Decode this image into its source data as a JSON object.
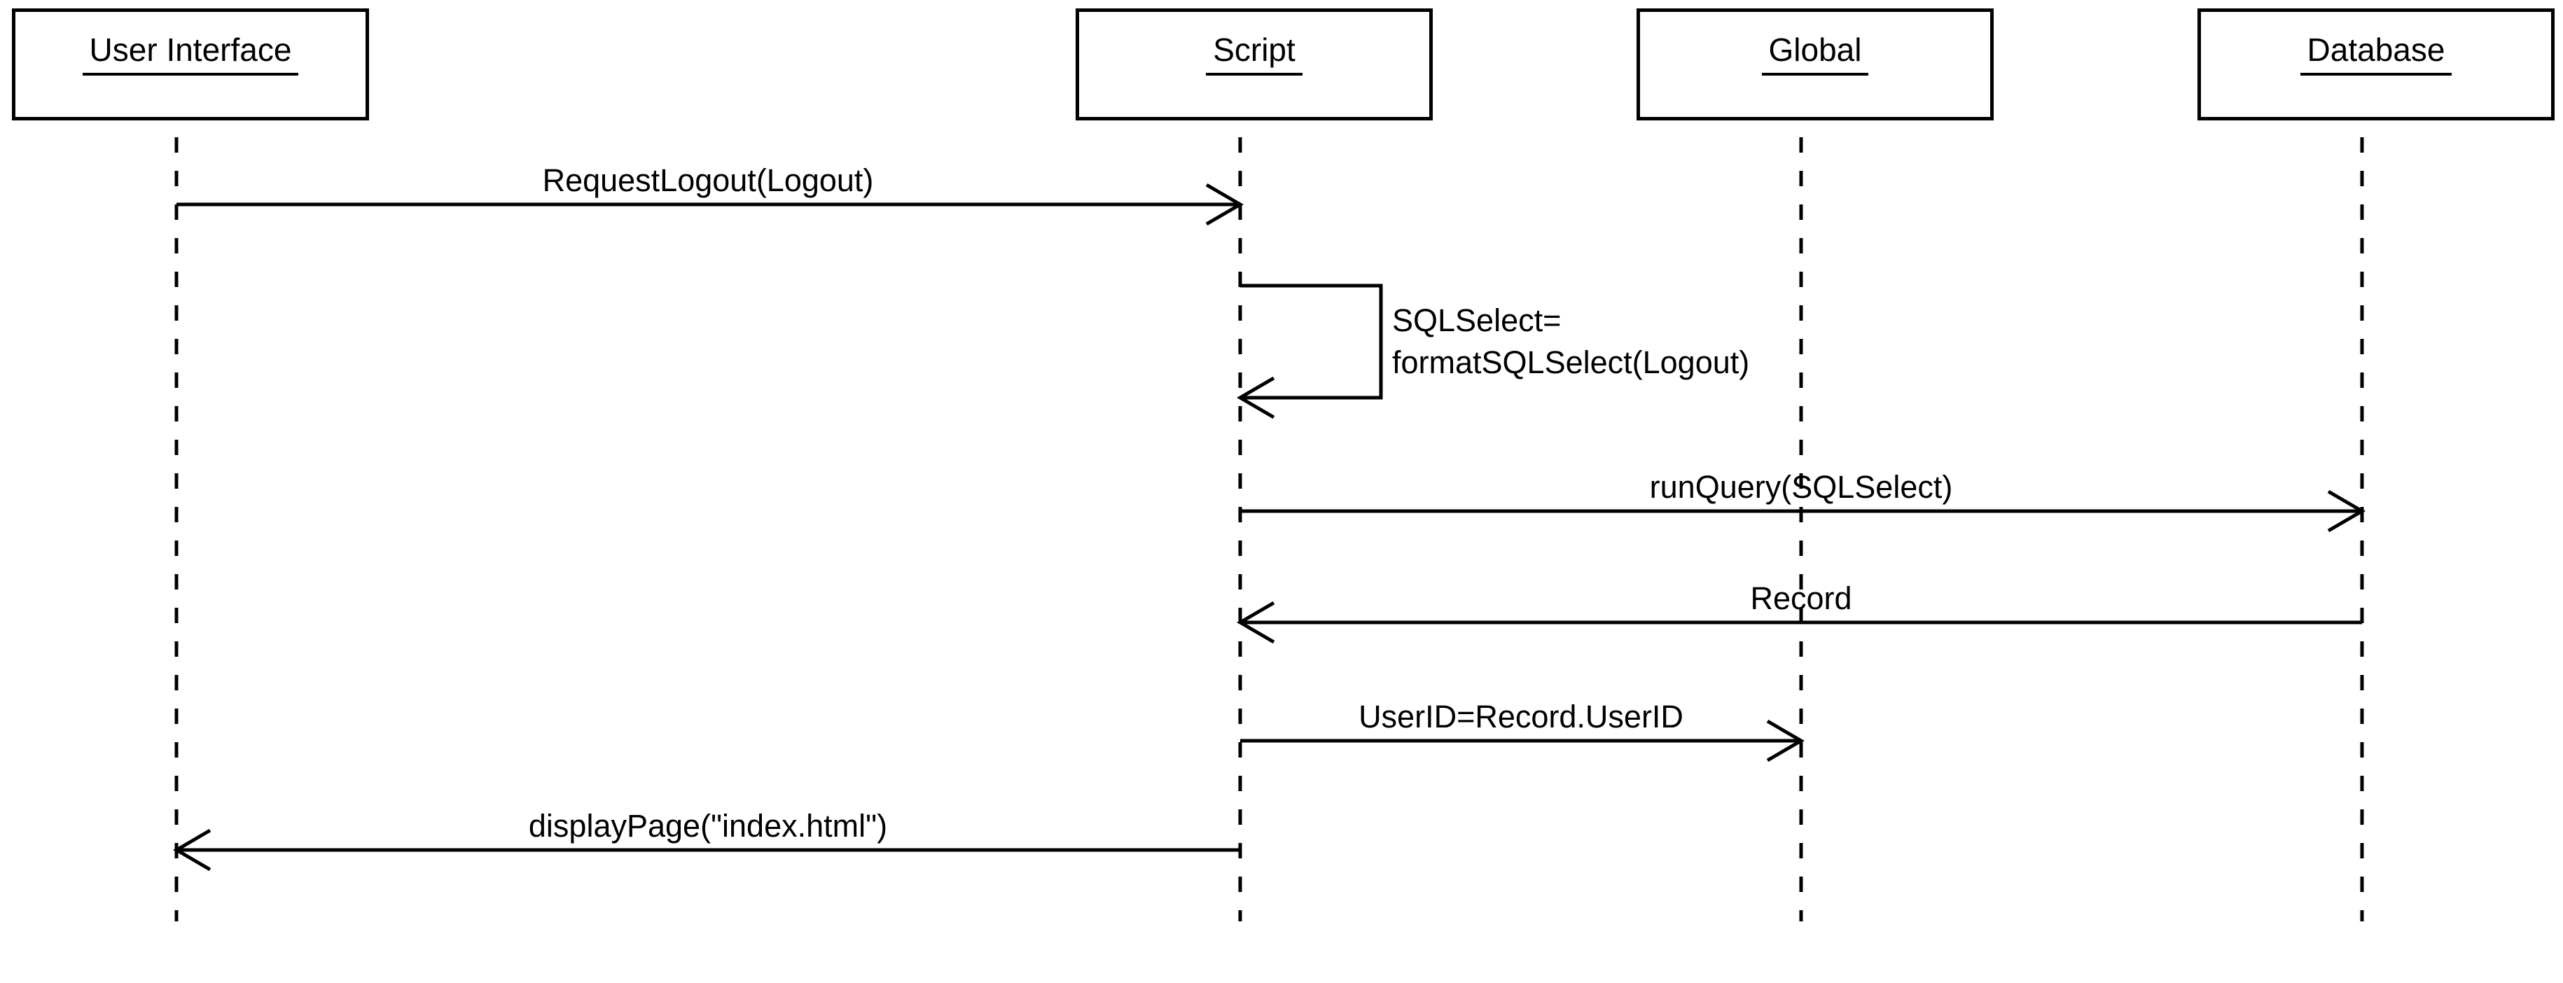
{
  "diagram": {
    "type": "uml-sequence-diagram",
    "colors": {
      "line": "#000000",
      "text": "#000000",
      "background": "#ffffff"
    }
  },
  "actors": [
    {
      "id": "user-interface",
      "label": "User Interface"
    },
    {
      "id": "script",
      "label": "Script"
    },
    {
      "id": "global",
      "label": "Global"
    },
    {
      "id": "database",
      "label": "Database"
    }
  ],
  "messages": [
    {
      "label": "RequestLogout(Logout)",
      "from": "User Interface",
      "to": "Script",
      "type": "call"
    },
    {
      "lines": [
        "SQLSelect=",
        "formatSQLSelect(Logout)"
      ],
      "from": "Script",
      "to": "Script",
      "type": "self-call"
    },
    {
      "label": "runQuery(SQLSelect)",
      "from": "Script",
      "to": "Database",
      "type": "call"
    },
    {
      "label": "Record",
      "from": "Database",
      "to": "Script",
      "type": "return"
    },
    {
      "label": "UserID=Record.UserID",
      "from": "Script",
      "to": "Global",
      "type": "call"
    },
    {
      "label": "displayPage(\"index.html\")",
      "from": "Script",
      "to": "User Interface",
      "type": "return"
    }
  ]
}
